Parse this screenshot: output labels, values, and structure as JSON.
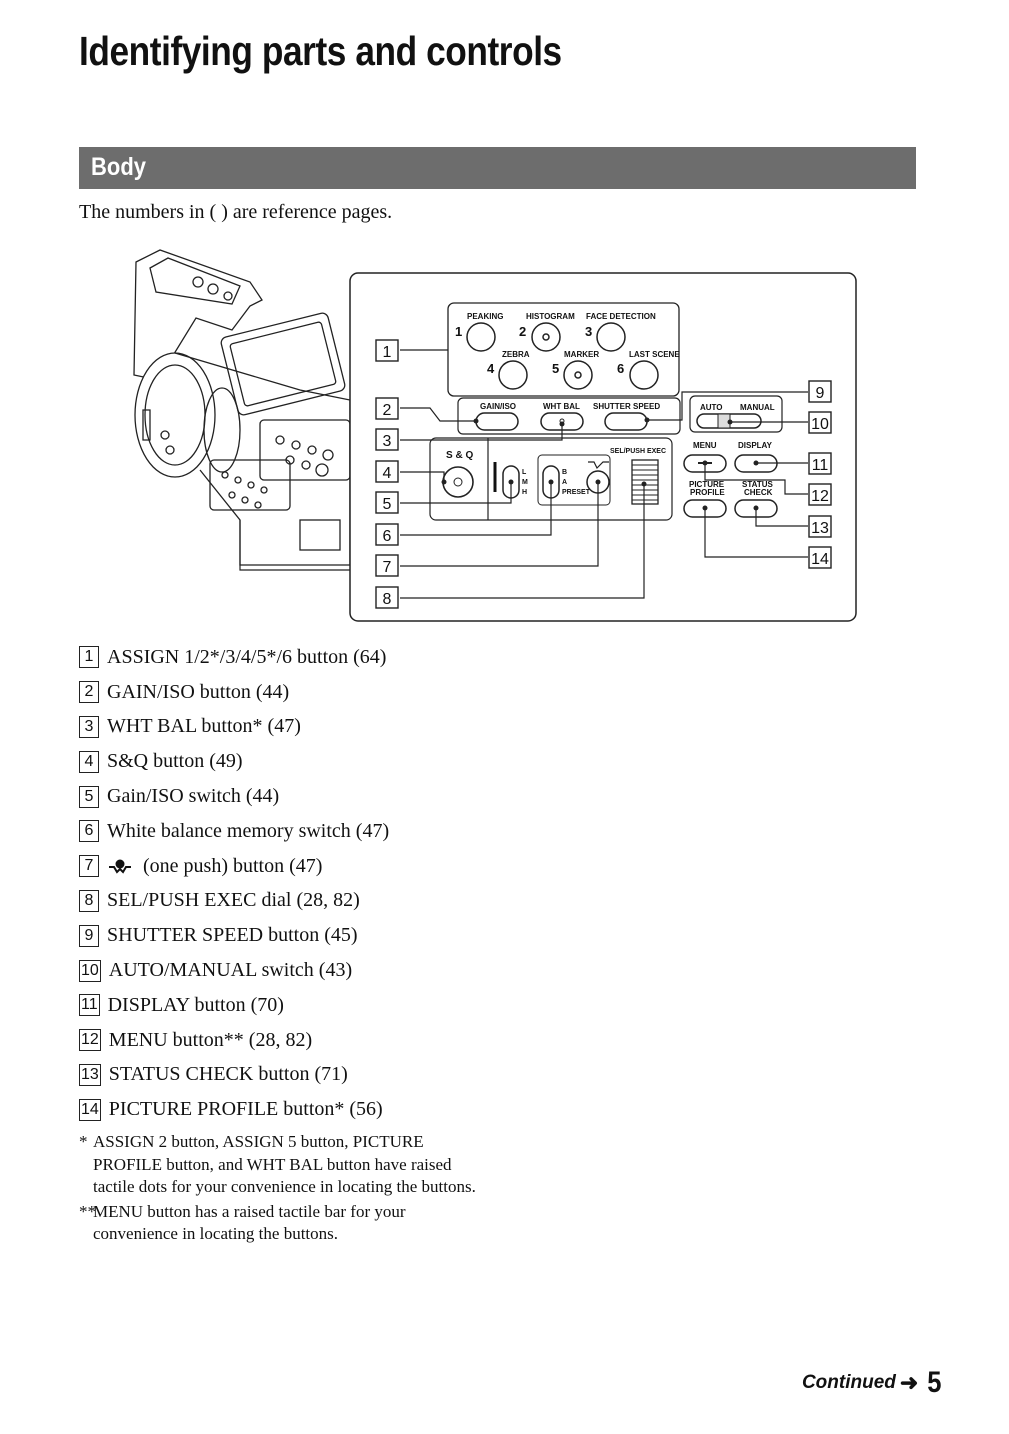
{
  "page": {
    "title": "Identifying parts and controls",
    "section": "Body",
    "intro": "The numbers in ( ) are reference pages."
  },
  "diagram": {
    "buttons": {
      "peaking": "PEAKING",
      "histogram": "HISTOGRAM",
      "face_detection": "FACE  DETECTION",
      "zebra": "ZEBRA",
      "marker": "MARKER",
      "last_scene": "LAST SCENE",
      "gain_iso": "GAIN/ISO",
      "wht_bal": "WHT BAL",
      "shutter_speed": "SHUTTER SPEED",
      "auto": "AUTO",
      "manual": "MANUAL",
      "sq": "S & Q",
      "sel_push_exec": "SEL/PUSH EXEC",
      "menu": "MENU",
      "display": "DISPLAY",
      "picture": "PICTURE",
      "profile": "PROFILE",
      "status": "STATUS",
      "check": "CHECK",
      "l": "L",
      "m": "M",
      "h": "H",
      "b": "B",
      "a": "A",
      "preset": "PRESET"
    },
    "digits": [
      "1",
      "2",
      "3",
      "4",
      "5",
      "6"
    ],
    "callouts": [
      "1",
      "2",
      "3",
      "4",
      "5",
      "6",
      "7",
      "8",
      "9",
      "10",
      "11",
      "12",
      "13",
      "14"
    ]
  },
  "items": [
    {
      "num": "1",
      "text": "ASSIGN 1/2*/3/4/5*/6 button (64)"
    },
    {
      "num": "2",
      "text": "GAIN/ISO button (44)"
    },
    {
      "num": "3",
      "text": "WHT BAL button* (47)"
    },
    {
      "num": "4",
      "text": "S&Q button (49)"
    },
    {
      "num": "5",
      "text": "Gain/ISO switch (44)"
    },
    {
      "num": "6",
      "text": "White balance memory switch (47)"
    },
    {
      "num": "7",
      "text": "(one push) button (47)"
    },
    {
      "num": "8",
      "text": "SEL/PUSH EXEC dial (28, 82)"
    },
    {
      "num": "9",
      "text": "SHUTTER SPEED button (45)"
    },
    {
      "num": "10",
      "text": "AUTO/MANUAL switch (43)"
    },
    {
      "num": "11",
      "text": "DISPLAY button (70)"
    },
    {
      "num": "12",
      "text": "MENU button** (28, 82)"
    },
    {
      "num": "13",
      "text": "STATUS CHECK button (71)"
    },
    {
      "num": "14",
      "text": "PICTURE PROFILE button* (56)"
    }
  ],
  "notes": [
    {
      "mark": "*",
      "text": "ASSIGN 2 button, ASSIGN 5 button, PICTURE PROFILE button, and WHT BAL button have raised tactile dots for your convenience in locating the buttons."
    },
    {
      "mark": "**",
      "text": "MENU button has a raised tactile bar for your convenience in locating the buttons."
    }
  ],
  "footer": {
    "continued": "Continued",
    "page_number": "5"
  }
}
